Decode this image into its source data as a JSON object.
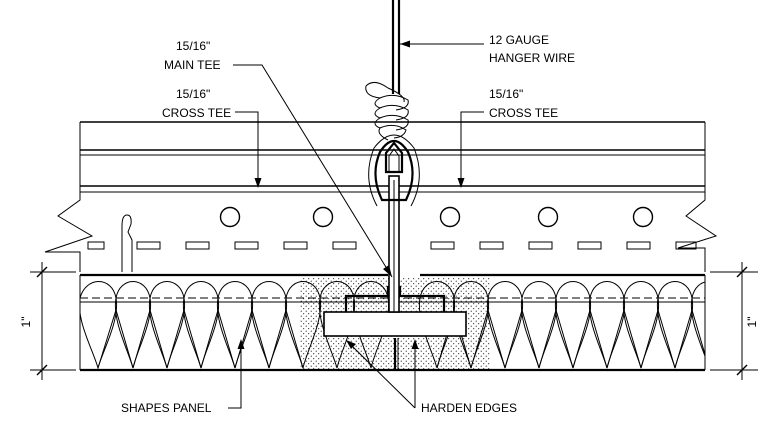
{
  "labels": {
    "hanger_wire": [
      "12 GAUGE",
      "HANGER WIRE"
    ],
    "main_tee": [
      "15/16\"",
      "MAIN TEE"
    ],
    "cross_tee_left": [
      "15/16\"",
      "CROSS TEE"
    ],
    "cross_tee_right": [
      "15/16\"",
      "CROSS TEE"
    ],
    "shapes_panel": "SHAPES PANEL",
    "harden_edges": "HARDEN EDGES",
    "dim_left": "1\"",
    "dim_right": "1\""
  }
}
